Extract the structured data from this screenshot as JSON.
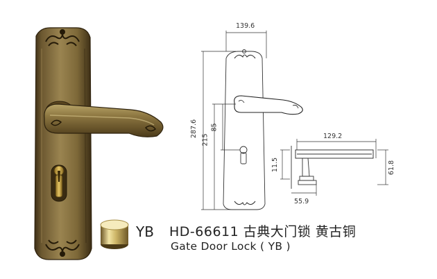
{
  "product": {
    "finish_code": "YB",
    "model_line": "HD-66611  古典大门锁  黄古铜",
    "name_line": "Gate Door Lock (   YB  )"
  },
  "dimensions": {
    "plate_width": "139.6",
    "total_height": "287.6",
    "handle_to_bottom": "215",
    "handle_to_key": "85",
    "handle_length": "129.2",
    "projection": "61.8",
    "rose_height": "11.5",
    "rose_width": "55.9"
  },
  "colors": {
    "bronze_dark": "#4a3a1c",
    "bronze_mid": "#8a7440",
    "bronze_light": "#b09a60",
    "brass_swatch": "#e8d58c",
    "drawing_line": "#333333"
  }
}
